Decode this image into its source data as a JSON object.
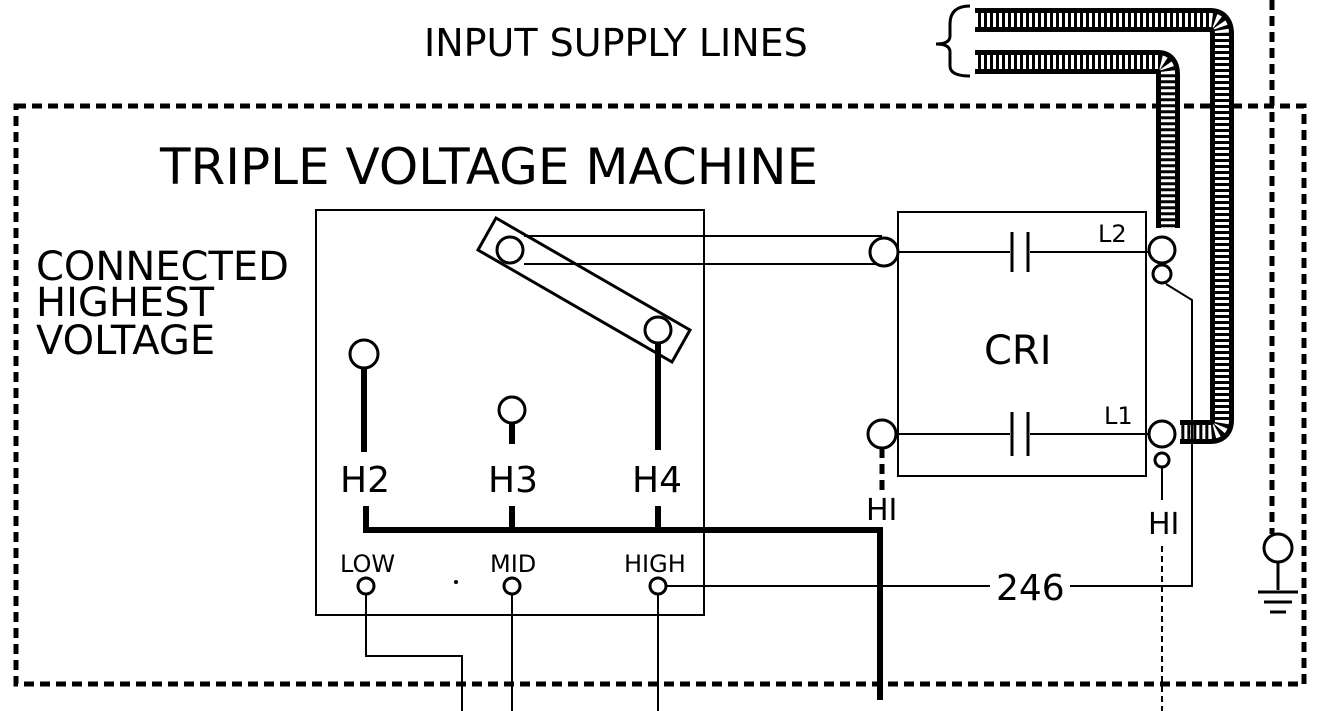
{
  "title": "TRIPLE VOLTAGE MACHINE",
  "input_label": "INPUT SUPPLY LINES",
  "connection_note": [
    "CONNECTED",
    "HIGHEST",
    "VOLTAGE"
  ],
  "leads": {
    "h2": "H2",
    "h3": "H3",
    "h4": "H4"
  },
  "taps": {
    "low": "LOW",
    "mid": "MID",
    "high": "HIGH"
  },
  "contactor": {
    "name": "CRI",
    "l2": "L2",
    "l1": "L1"
  },
  "h1_left": "HI",
  "h1_right": "HI",
  "wire_number": "246"
}
